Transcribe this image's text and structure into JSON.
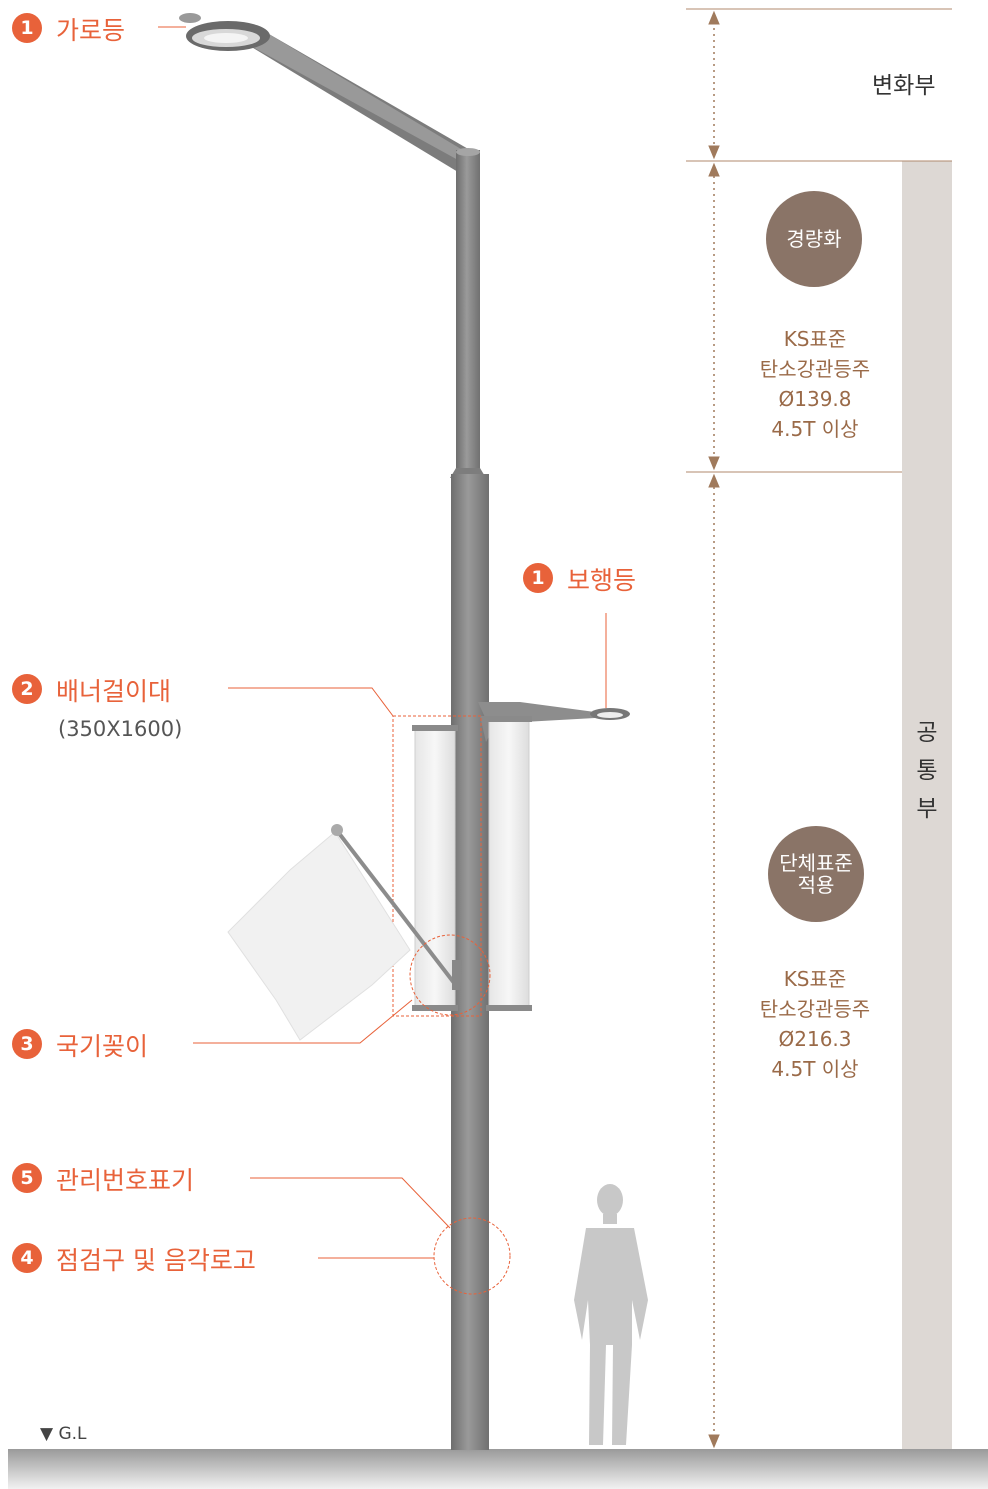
{
  "labels": {
    "street_light": {
      "num": "1",
      "text": "가로등"
    },
    "pedestrian_light": {
      "num": "1",
      "text": "보행등"
    },
    "banner_holder": {
      "num": "2",
      "text": "배너걸이대",
      "size": "(350X1600)"
    },
    "flag_holder": {
      "num": "3",
      "text": "국기꽂이"
    },
    "mgmt_plate": {
      "num": "5",
      "text": "관리번호표기"
    },
    "inspection": {
      "num": "4",
      "text": "점검구 및 음각로고"
    }
  },
  "right": {
    "variable": "변화부",
    "common": "공\n통\n부",
    "circle1": "경량화",
    "spec1": "KS표준\n탄소강관등주\nØ139.8\n4.5T 이상",
    "circle2": "단체표준\n적용",
    "spec2": "KS표준\n탄소강관등주\nØ216.3\n4.5T 이상"
  },
  "ground": "▼ G.L",
  "colors": {
    "accent": "#e8623a",
    "circle": "#8a7467",
    "spec_text": "#9a6a48",
    "pole": "#888888"
  }
}
